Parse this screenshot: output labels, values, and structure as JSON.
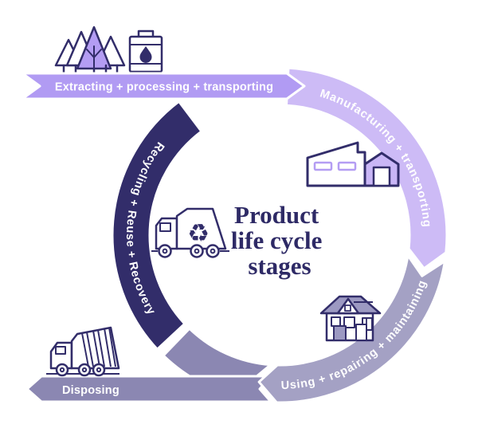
{
  "diagram": {
    "title": "Product life cycle stages",
    "title_lines": [
      "Product",
      "life cycle",
      "stages"
    ],
    "stages": [
      {
        "id": "extracting",
        "label": "Extracting + processing + transporting"
      },
      {
        "id": "manufacturing",
        "label": "Manufacturing + transporting"
      },
      {
        "id": "using",
        "label": "Using + repairing + maintaining"
      },
      {
        "id": "disposing",
        "label": "Disposing"
      },
      {
        "id": "recycling",
        "label": "Recycling + Reuse + Recovery"
      }
    ],
    "icons": [
      "trees-icon",
      "oil-barrel-icon",
      "factory-icon",
      "house-icon",
      "recycling-truck-icon",
      "garbage-truck-icon"
    ],
    "symbols": {
      "recycle": "♻"
    },
    "colors": {
      "extracting_banner": "#b19bf3",
      "manufacturing_arc": "#cdbbf6",
      "using_arc": "#a4a1c4",
      "disposing_banner": "#8b87b2",
      "recycling_arc": "#322d6a",
      "label_text": "#ffffff",
      "title_text": "#2e2a66",
      "icon_outline": "#322d6a",
      "icon_accent": "#b49df3",
      "icon_accent_light": "#c9b6f6",
      "icon_gray_purple": "#9c99c2"
    }
  }
}
